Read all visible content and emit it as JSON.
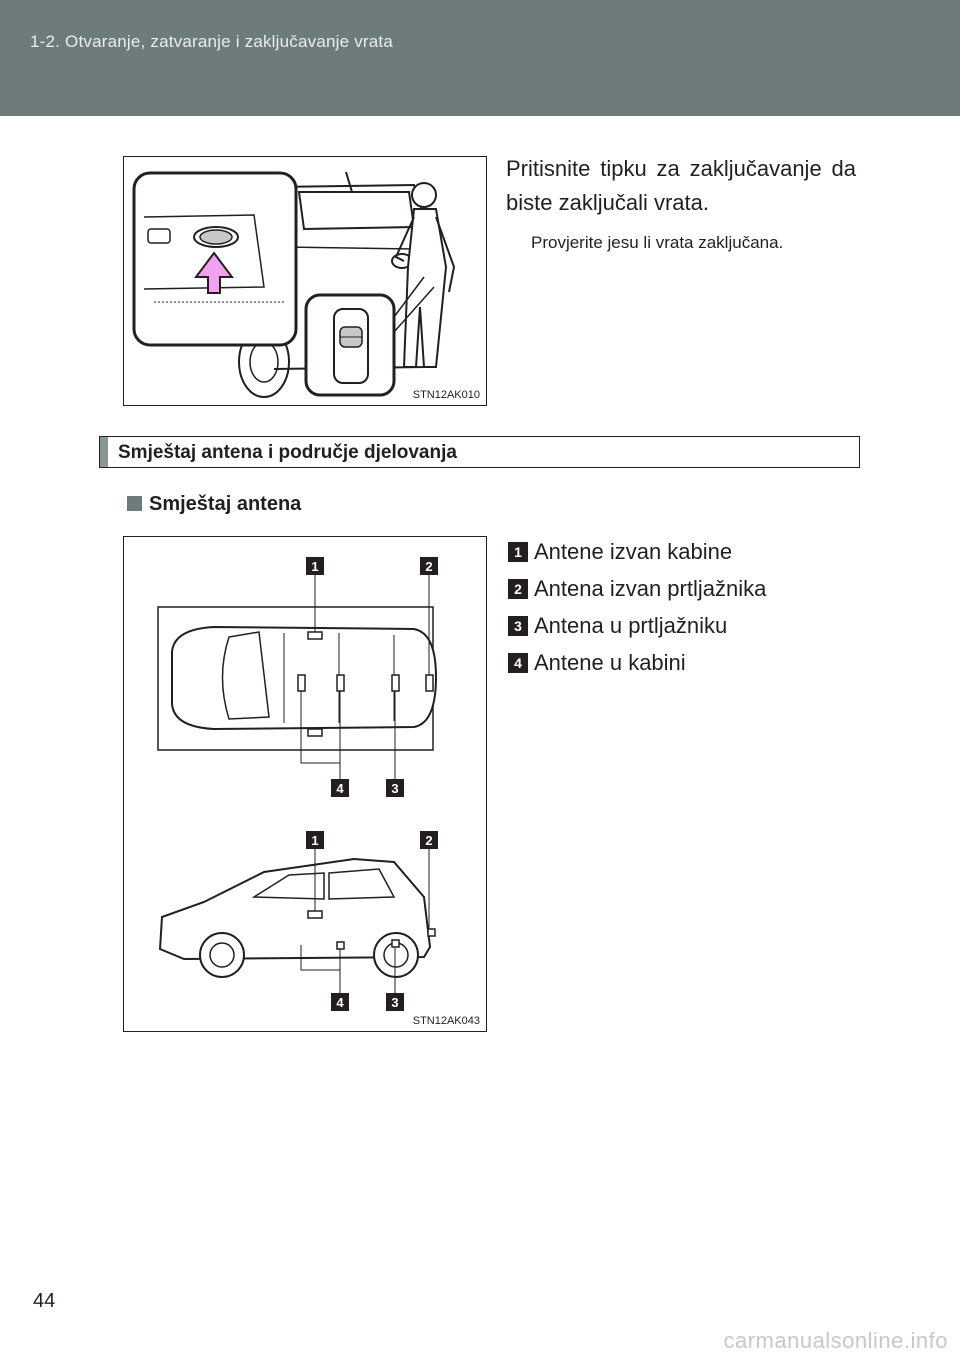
{
  "header": {
    "title": "1-2. Otvaranje, zatvaranje i zaključavanje vrata"
  },
  "step": {
    "instruction": "Pritisnite tipku za zaključavanje da biste zaključali vrata.",
    "note": "Provjerite jesu li vrata zaključana.",
    "figure_code": "STN12AK010"
  },
  "section": {
    "title": "Smještaj antena i područje djelovanja"
  },
  "subsection": {
    "title": "Smještaj antena"
  },
  "antenna_figure": {
    "figure_code": "STN12AK043",
    "callouts": [
      "1",
      "2",
      "4",
      "3",
      "1",
      "2",
      "4",
      "3"
    ]
  },
  "legend": [
    {
      "num": "1",
      "label": "Antene izvan kabine"
    },
    {
      "num": "2",
      "label": "Antena izvan prtljažnika"
    },
    {
      "num": "3",
      "label": "Antena u prtljažniku"
    },
    {
      "num": "4",
      "label": "Antene u kabini"
    }
  ],
  "page_number": "44",
  "watermark": "carmanualsonline.info",
  "colors": {
    "header_bg": "#6e7b7b",
    "arrow": "#f2a0f0",
    "text": "#231f20"
  }
}
